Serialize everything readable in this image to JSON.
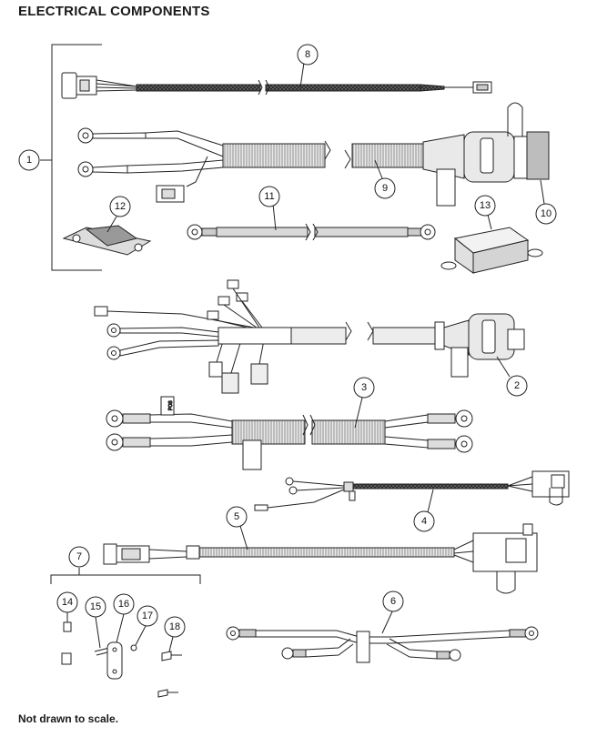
{
  "title": "ELECTRICAL COMPONENTS",
  "footer_note": "Not drawn to scale.",
  "callouts": [
    "1",
    "2",
    "3",
    "4",
    "5",
    "6",
    "7",
    "8",
    "9",
    "10",
    "11",
    "12",
    "13",
    "14",
    "15",
    "16",
    "17",
    "18"
  ],
  "labels": {
    "pos_tag": "POS"
  },
  "colors": {
    "line": "#222222",
    "sleeve": "#e6e6e6",
    "sleeve_dark": "#bdbdbd",
    "mesh": "#444444"
  }
}
